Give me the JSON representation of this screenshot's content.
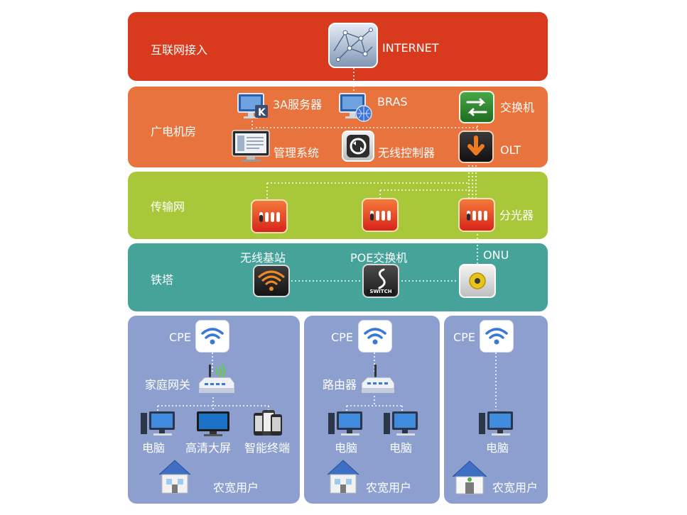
{
  "layers": {
    "internet": {
      "name": "互联网接入",
      "color": "#d9391c"
    },
    "station": {
      "name": "广电机房",
      "color": "#e9733c"
    },
    "transport": {
      "name": "传输网",
      "color": "#a8c83a"
    },
    "tower": {
      "name": "铁塔",
      "color": "#45a39a"
    },
    "user": {
      "color": "#8d9fcf"
    }
  },
  "nodes": {
    "internet": "INTERNET",
    "aaa": "3A服务器",
    "bras": "BRAS",
    "switch": "交换机",
    "mgmt": "管理系统",
    "wlc": "无线控制器",
    "olt": "OLT",
    "splitter": "分光器",
    "base_station": "无线基站",
    "poe": "POE交换机",
    "poe_tag": "SWITCH",
    "onu": "ONU"
  },
  "user_groups": [
    {
      "cpe": "CPE",
      "gateway": "家庭网关",
      "devices": [
        "电脑",
        "高清大屏",
        "智能终端"
      ],
      "user": "农宽用户"
    },
    {
      "cpe": "CPE",
      "gateway": "路由器",
      "devices": [
        "电脑",
        "电脑"
      ],
      "user": "农宽用户"
    },
    {
      "cpe": "CPE",
      "devices": [
        "电脑"
      ],
      "user": "农宽用户"
    }
  ]
}
